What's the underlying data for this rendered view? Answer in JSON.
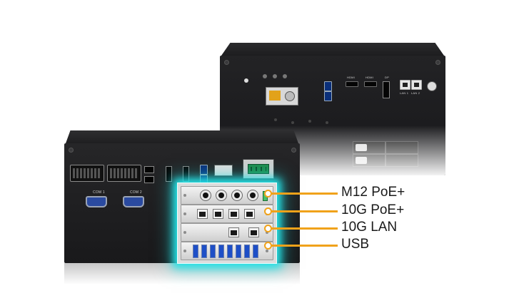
{
  "callouts": [
    {
      "label": "M12 PoE+"
    },
    {
      "label": "10G PoE+"
    },
    {
      "label": "10G LAN"
    },
    {
      "label": "USB"
    }
  ],
  "front_panel": {
    "com1_label": "COM 1",
    "com2_label": "COM 2"
  },
  "rear_panel": {
    "hdmi1_label": "HDMI",
    "hdmi2_label": "HDMI",
    "dp_label": "DP",
    "lan1_label": "LAN 1",
    "lan2_label": "LAN 2"
  },
  "colors": {
    "chassis": "#1c1c1e",
    "glow": "#25e2e6",
    "callout": "#f0a21a"
  }
}
